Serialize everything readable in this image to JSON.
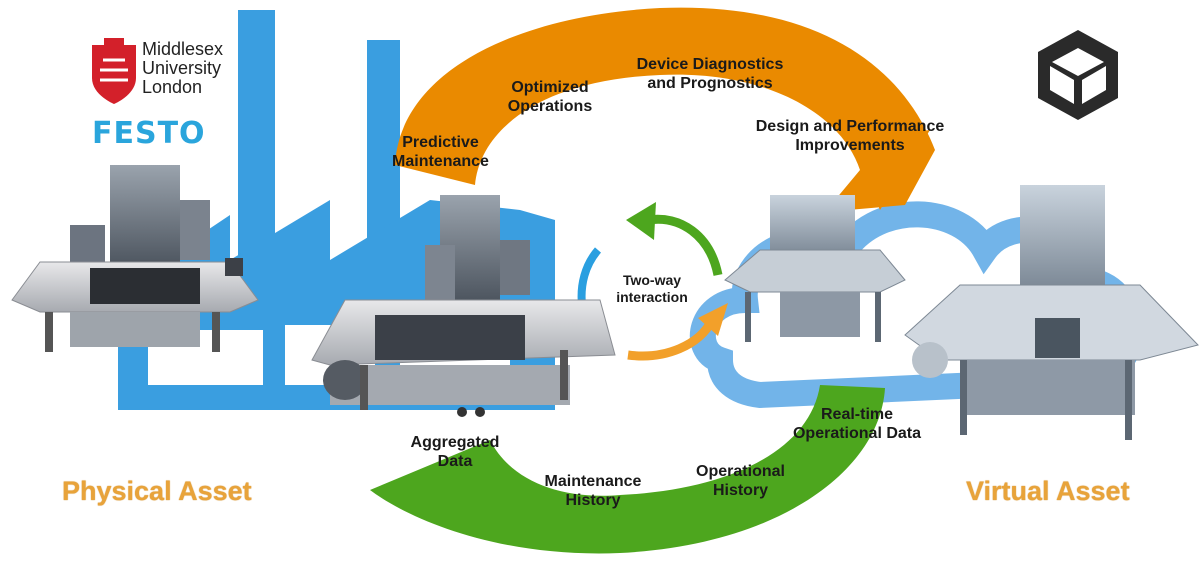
{
  "logos": {
    "university": "Middlesex\nUniversity\nLondon",
    "partner": "FESTO",
    "engine_icon": "unity-icon"
  },
  "top_arrow": {
    "items": [
      "Predictive\nMaintenance",
      "Optimized\nOperations",
      "Device Diagnostics\nand Prognostics",
      "Design and Performance\nImprovements"
    ]
  },
  "bottom_arrow": {
    "items": [
      "Aggregated\nData",
      "Maintenance\nHistory",
      "Operational\nHistory",
      "Real-time\nOperational Data"
    ]
  },
  "center": {
    "label": "Two-way\ninteraction"
  },
  "assets": {
    "physical": "Physical Asset",
    "virtual": "Virtual Asset"
  },
  "colors": {
    "orange_arrow": "#ea8a00",
    "green_arrow": "#4da61e",
    "factory_blue": "#3a9ee0",
    "cloud_blue": "#5aa8e6",
    "title_orange": "#e8a33a",
    "festo_blue": "#2aa5dc"
  }
}
